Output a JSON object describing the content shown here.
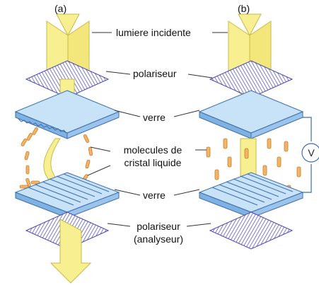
{
  "panels": {
    "a": "(a)",
    "b": "(b)"
  },
  "labels": {
    "incident_light": "lumiere incidente",
    "polarizer_top": "polariseur",
    "glass_top": "verre",
    "molecules_line1": "molecules de",
    "molecules_line2": "cristal liquide",
    "glass_bottom": "verre",
    "polarizer_bottom_line1": "polariseur",
    "polarizer_bottom_line2": "(analyseur)"
  },
  "voltmeter": "V",
  "colors": {
    "light_beam": "#f8f090",
    "light_beam_edge": "#c9b84a",
    "polarizer_lines": "#4a46b8",
    "glass_top_face": "#c8e2f8",
    "glass_side": "#7fb2e0",
    "glass_edge": "#3d6fb0",
    "molecule_fill": "#f2b468",
    "molecule_edge": "#c97e22",
    "wire": "#3d6fb0"
  },
  "icons": {
    "voltmeter": "voltmeter-circle-icon"
  }
}
